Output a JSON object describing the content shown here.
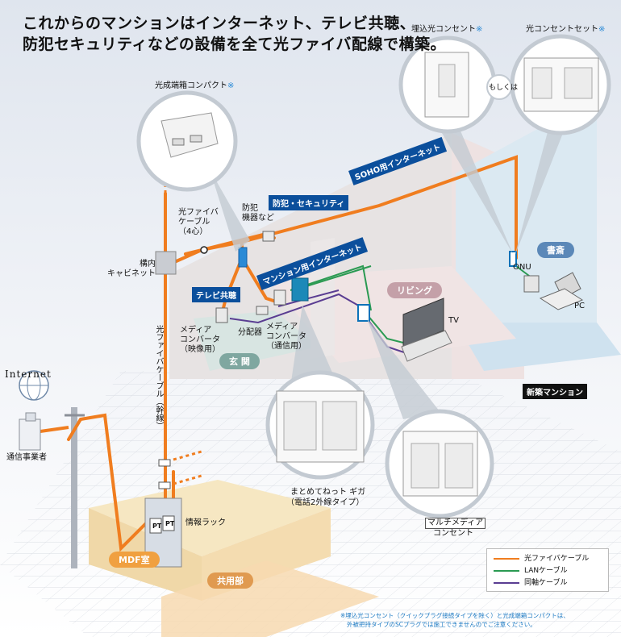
{
  "header": {
    "line1": "これからのマンションはインターネット、テレビ共聴、",
    "line2": "防犯セキュリティなどの設備を全て光ファイバ配線で構築。"
  },
  "callouts": {
    "compact": "光成端箱コンパクト",
    "embedded": "埋込光コンセント",
    "outlet_set": "光コンセントセット",
    "or": "もしくは",
    "gigabit": "まとめてねっト ギガ",
    "gigabit_sub": "（電話2外線タイプ）",
    "multimedia": "マルチメディア",
    "multimedia_sub": "コンセント",
    "star": "※"
  },
  "tags": {
    "security": "防犯・セキュリティ",
    "soho": "SOHO用インターネット",
    "mansion": "マンション用インターネット",
    "tv": "テレビ共聴",
    "new_mansion": "新築マンション"
  },
  "rooms": {
    "study": "書斎",
    "living": "リビング",
    "entrance": "玄 関",
    "mdf": "MDF室",
    "common": "共用部"
  },
  "labels": {
    "fiber_cable": "光ファイバ\nケーブル\n（4心）",
    "security_device": "防犯\n機器など",
    "cabinet": "構内\nキャビネット",
    "media_conv_video": "メディア\nコンバータ\n（映像用）",
    "splitter": "分配器",
    "media_conv_comm": "メディア\nコンバータ\n（通信用）",
    "trunk": "光ファイバケーブル（幹線）",
    "onu": "ONU",
    "pc": "PC",
    "tv": "TV",
    "internet": "Internet",
    "carrier": "通信事業者",
    "info_rack": "情報ラック",
    "pt": "PT"
  },
  "legend": {
    "items": [
      {
        "label": "光ファイバケーブル",
        "color": "#f07d1f"
      },
      {
        "label": "LANケーブル",
        "color": "#2a9a52"
      },
      {
        "label": "同軸ケーブル",
        "color": "#5a3d92"
      }
    ]
  },
  "footnote": {
    "line1": "※埋込光コンセント（クイックプラグ接続タイプを除く）と光成端箱コンパクトは、",
    "line2": "外被把持タイプのSCプラグでは施工できませんのでご注意ください。"
  },
  "colors": {
    "fiber": "#f07d1f",
    "lan": "#2a9a52",
    "coax": "#5a3d92",
    "tag_blue": "#0b4f9c",
    "study": "#5b88b8",
    "living": "#c4a0a8",
    "entrance": "#7fa7a0",
    "mdf": "#f0a040",
    "common": "#e09a50"
  }
}
